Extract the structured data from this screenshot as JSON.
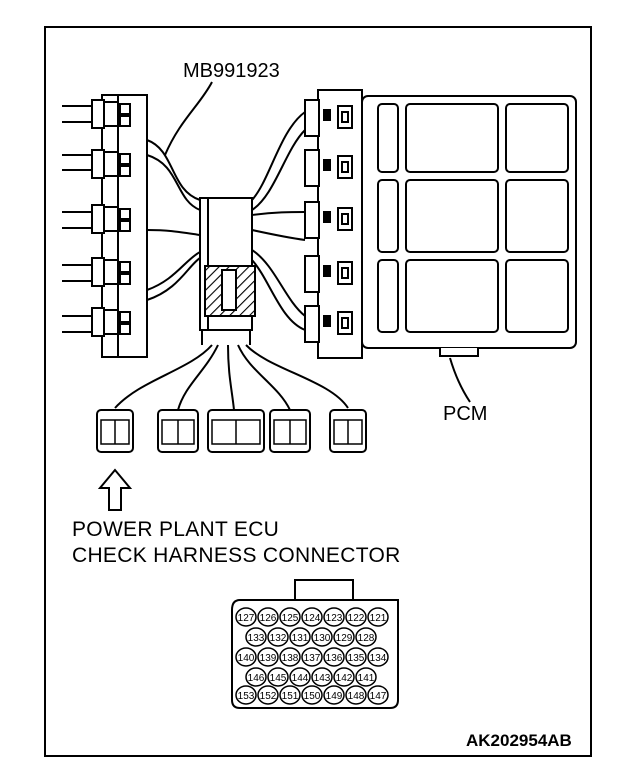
{
  "labels": {
    "tool": "MB991923",
    "pcm": "PCM",
    "connector_title_line1": "POWER PLANT ECU",
    "connector_title_line2": "CHECK HARNESS CONNECTOR",
    "figure_code": "AK202954AB"
  },
  "pin_rows": [
    [
      "127",
      "126",
      "125",
      "124",
      "123",
      "122",
      "121"
    ],
    [
      "133",
      "132",
      "131",
      "130",
      "129",
      "128"
    ],
    [
      "140",
      "139",
      "138",
      "137",
      "136",
      "135",
      "134"
    ],
    [
      "146",
      "145",
      "144",
      "143",
      "142",
      "141"
    ],
    [
      "153",
      "152",
      "151",
      "150",
      "149",
      "148",
      "147"
    ]
  ]
}
